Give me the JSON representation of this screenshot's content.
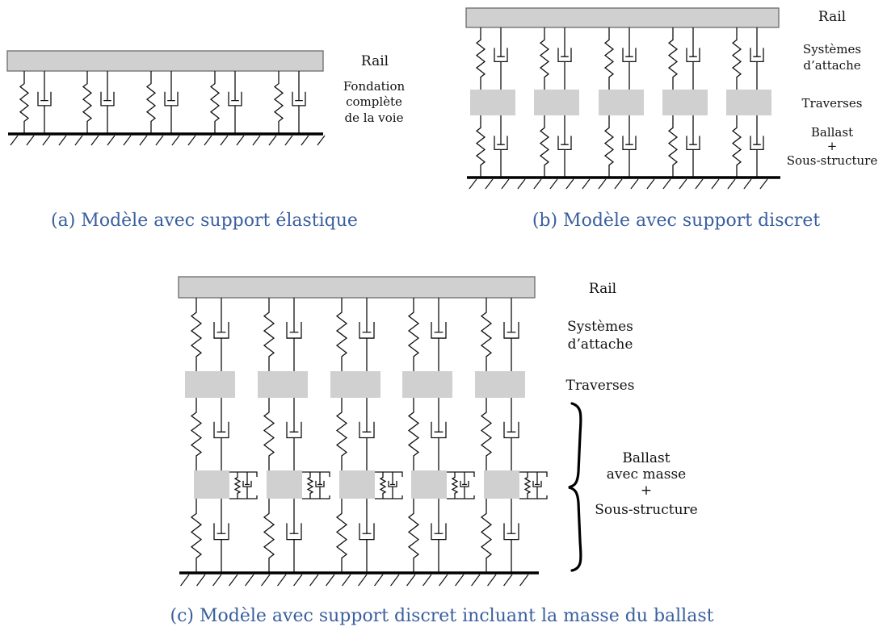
{
  "panel_a": {
    "caption": "(a) Modèle avec support élastique",
    "rail_label": "Rail",
    "foundation_label_lines": [
      "Fondation",
      "complète",
      "de la voie"
    ]
  },
  "panel_b": {
    "caption": "(b) Modèle avec support discret",
    "rail_label": "Rail",
    "fastening_label_lines": [
      "Systèmes",
      "d’attache"
    ],
    "sleepers_label": "Traverses",
    "ballast_label_lines": [
      "Ballast",
      "+",
      "Sous-structure"
    ]
  },
  "panel_c": {
    "caption": "(c) Modèle avec support discret incluant la masse du ballast",
    "rail_label": "Rail",
    "fastening_label_lines": [
      "Systèmes",
      "d’attache"
    ],
    "sleepers_label": "Traverses",
    "ballast_label_lines": [
      "Ballast",
      "avec masse",
      "+",
      "Sous-structure"
    ]
  },
  "colors": {
    "caption": "#3a5f9f",
    "mass_fill": "#d0d0d0",
    "line": "#111111"
  }
}
